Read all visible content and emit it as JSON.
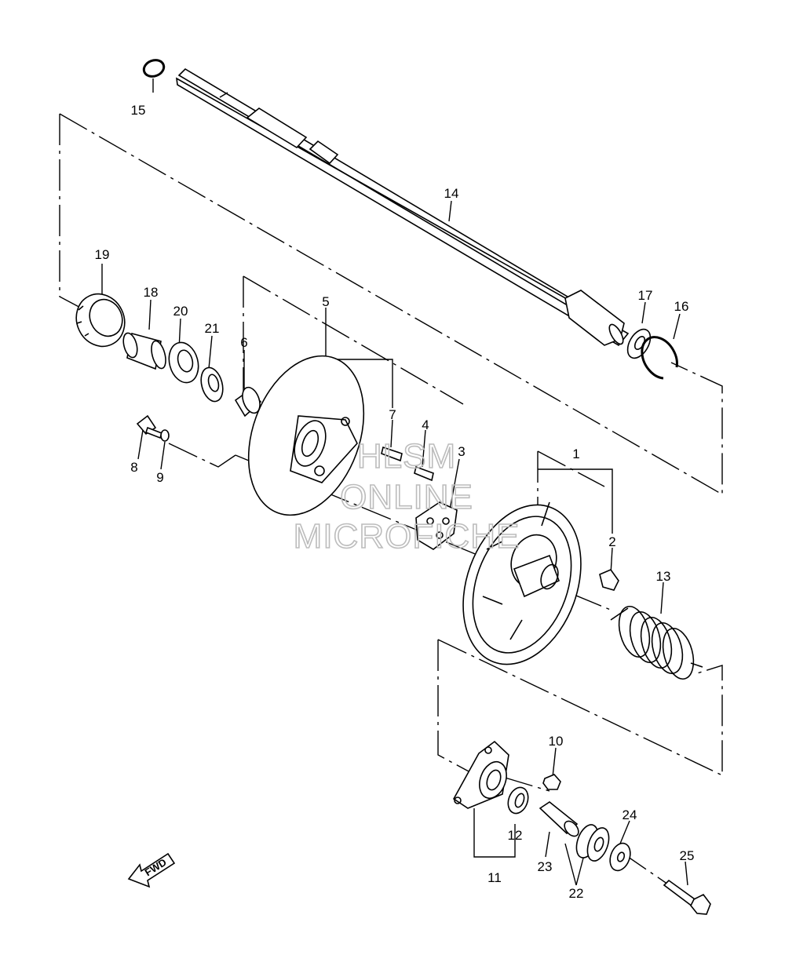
{
  "callouts": {
    "c1": "1",
    "c2": "2",
    "c3": "3",
    "c4": "4",
    "c5": "5",
    "c6": "6",
    "c7": "7",
    "c8": "8",
    "c9": "9",
    "c10": "10",
    "c11": "11",
    "c12": "12",
    "c13": "13",
    "c14": "14",
    "c15": "15",
    "c16": "16",
    "c17": "17",
    "c18": "18",
    "c19": "19",
    "c20": "20",
    "c21": "21",
    "c22": "22",
    "c23": "23",
    "c24": "24",
    "c25": "25"
  },
  "watermark": {
    "line1": "HLSM",
    "line2": "ONLINE",
    "line3": "MICROFICHE"
  },
  "fwd_label": "FWD",
  "colors": {
    "ink": "#000000",
    "watermark": "#bcbcbc",
    "paper": "#ffffff"
  }
}
